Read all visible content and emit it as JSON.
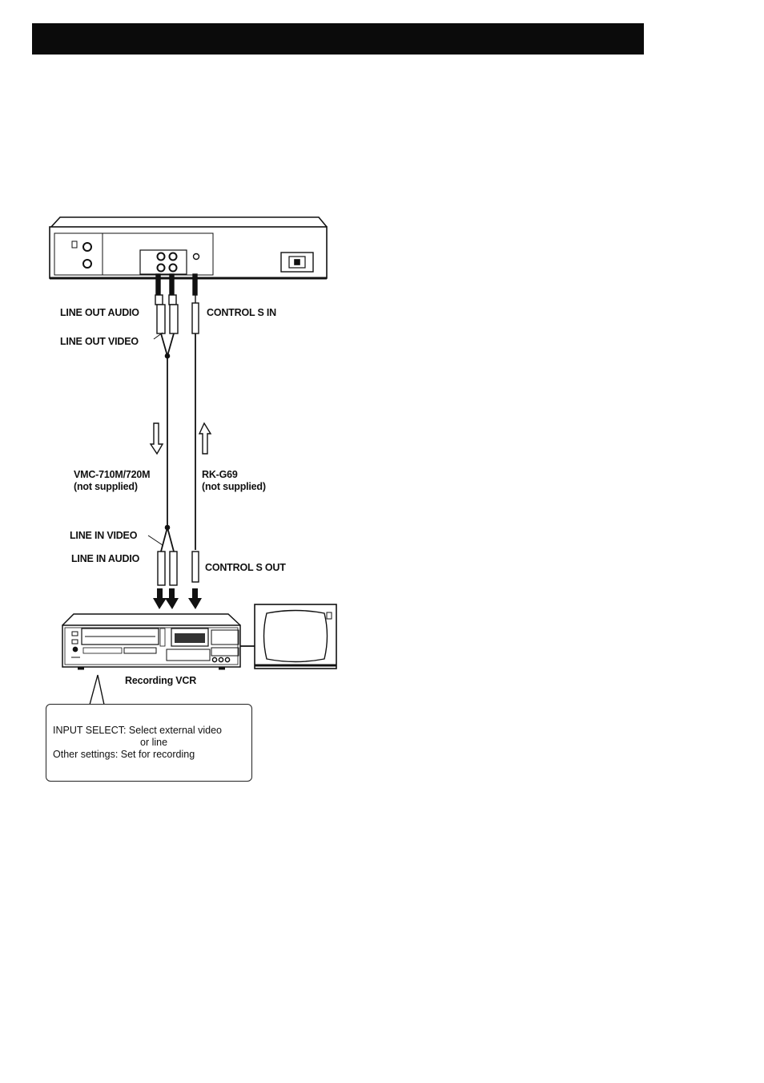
{
  "labels": {
    "line_out_audio": "LINE OUT AUDIO",
    "line_out_video": "LINE OUT VIDEO",
    "control_s_in": "CONTROL S IN",
    "av_cable_model": "VMC-710M/720M",
    "av_cable_note": "(not supplied)",
    "control_cable_model": "RK-G69",
    "control_cable_note": "(not supplied)",
    "line_in_video": "LINE IN VIDEO",
    "line_in_audio": "LINE IN AUDIO",
    "control_s_out": "CONTROL S OUT",
    "recording_vcr": "Recording VCR"
  },
  "callout": {
    "line1": "INPUT SELECT: Select external video",
    "line2": "or line",
    "line3": "Other settings: Set for recording"
  }
}
